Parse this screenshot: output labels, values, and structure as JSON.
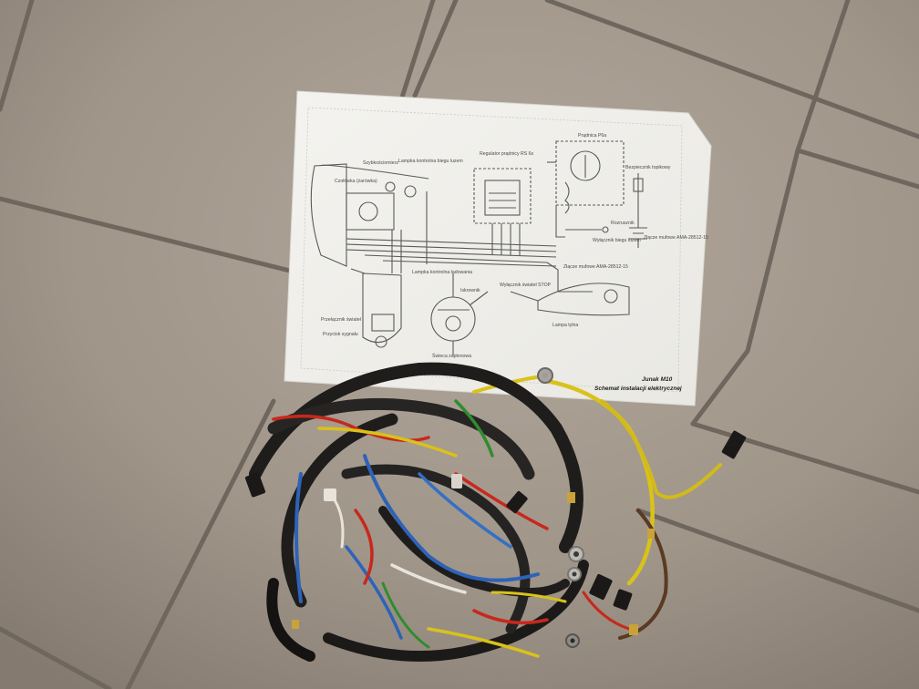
{
  "photo": {
    "subject": "Motorcycle wiring harness lying on a tiled floor next to a printed wiring diagram",
    "colors": {
      "floor": "#a59a8f",
      "grout": "#6f665d",
      "paper": "#f3f2ee",
      "ink": "#555555",
      "wire_black": "#1e1d1c",
      "wire_yellow": "#d9c21a",
      "wire_red": "#c8281c",
      "wire_blue": "#2d63b8",
      "wire_green": "#2f8c2e",
      "wire_brown": "#5a3a22",
      "wire_white": "#e8e4dc"
    }
  },
  "diagram": {
    "title_line1": "Junak M10",
    "title_line2": "Schemat instalacji elektrycznej",
    "labels": {
      "szybkosciomierz": "Szybkościomierz",
      "lampka_biegu": "Lampka kontrolna biegu luzem",
      "regulator": "Regulator prądnicy RS 6s",
      "pradnica": "Prądnica P6a",
      "czolowka": "Czołówka (żarówka)",
      "bezpiecznik": "Bezpiecznik topikowy",
      "rozrusznik": "Rozrusznik",
      "wylacznik_luzem": "Wyłącznik biegu luzem",
      "zlacze1": "Złącze mufowe AMA-28512-15",
      "lampka_ladowania": "Lampka kontrolna ładowania",
      "zlacze2": "Złącze mufowe AMA-28512-15",
      "wylacznik_stop": "Wyłącznik świateł STOP",
      "iskrownik": "Iskrownik",
      "przelacznik": "Przełącznik świateł",
      "przycisk": "Przycisk sygnału",
      "swieca": "Świeca zapłonowa",
      "lampa_tylna": "Lampa tylna"
    }
  }
}
